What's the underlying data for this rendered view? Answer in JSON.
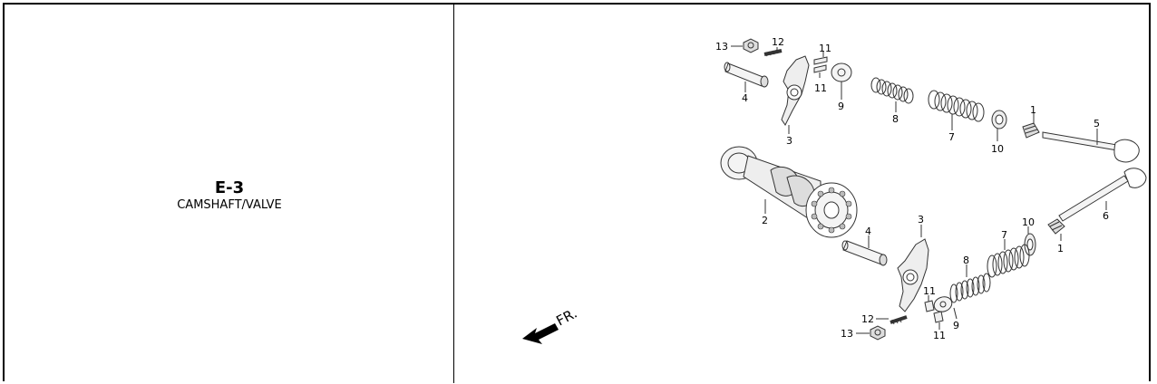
{
  "section": {
    "code": "E-3",
    "name": "CAMSHAFT/VALVE"
  },
  "diagram": {
    "direction_label": "FR.",
    "callouts": [
      {
        "id": "c13a",
        "text": "13"
      },
      {
        "id": "c12a",
        "text": "12"
      },
      {
        "id": "c11a",
        "text": "11"
      },
      {
        "id": "c11b",
        "text": "11"
      },
      {
        "id": "c4a",
        "text": "4"
      },
      {
        "id": "c3a",
        "text": "3"
      },
      {
        "id": "c9a",
        "text": "9"
      },
      {
        "id": "c8a",
        "text": "8"
      },
      {
        "id": "c7a",
        "text": "7"
      },
      {
        "id": "c10a",
        "text": "10"
      },
      {
        "id": "c1a",
        "text": "1"
      },
      {
        "id": "c5",
        "text": "5"
      },
      {
        "id": "c2",
        "text": "2"
      },
      {
        "id": "c6",
        "text": "6"
      },
      {
        "id": "c1b",
        "text": "1"
      },
      {
        "id": "c10b",
        "text": "10"
      },
      {
        "id": "c7b",
        "text": "7"
      },
      {
        "id": "c8b",
        "text": "8"
      },
      {
        "id": "c3b",
        "text": "3"
      },
      {
        "id": "c4b",
        "text": "4"
      },
      {
        "id": "c11c",
        "text": "11"
      },
      {
        "id": "c12b",
        "text": "12"
      },
      {
        "id": "c11d",
        "text": "11"
      },
      {
        "id": "c9b",
        "text": "9"
      },
      {
        "id": "c13b",
        "text": "13"
      }
    ]
  }
}
